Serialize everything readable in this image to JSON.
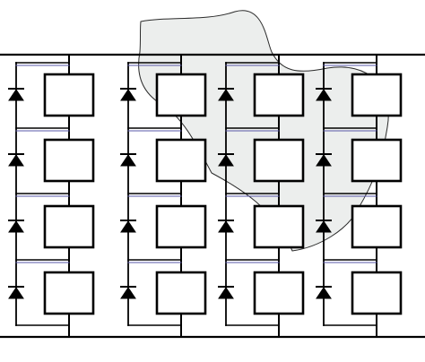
{
  "diagram": {
    "type": "circuit-schematic",
    "layout": {
      "columns": 4,
      "rows": 4
    },
    "component": {
      "box_icon": "rectangle-module-icon",
      "diode_icon": "diode-icon"
    },
    "colors": {
      "stroke": "#000000",
      "fill": "#ffffff",
      "shadow_fill": "#eceeed",
      "shadow_stroke": "#2b2b2b",
      "accent_wire": "#5a58a8"
    }
  }
}
